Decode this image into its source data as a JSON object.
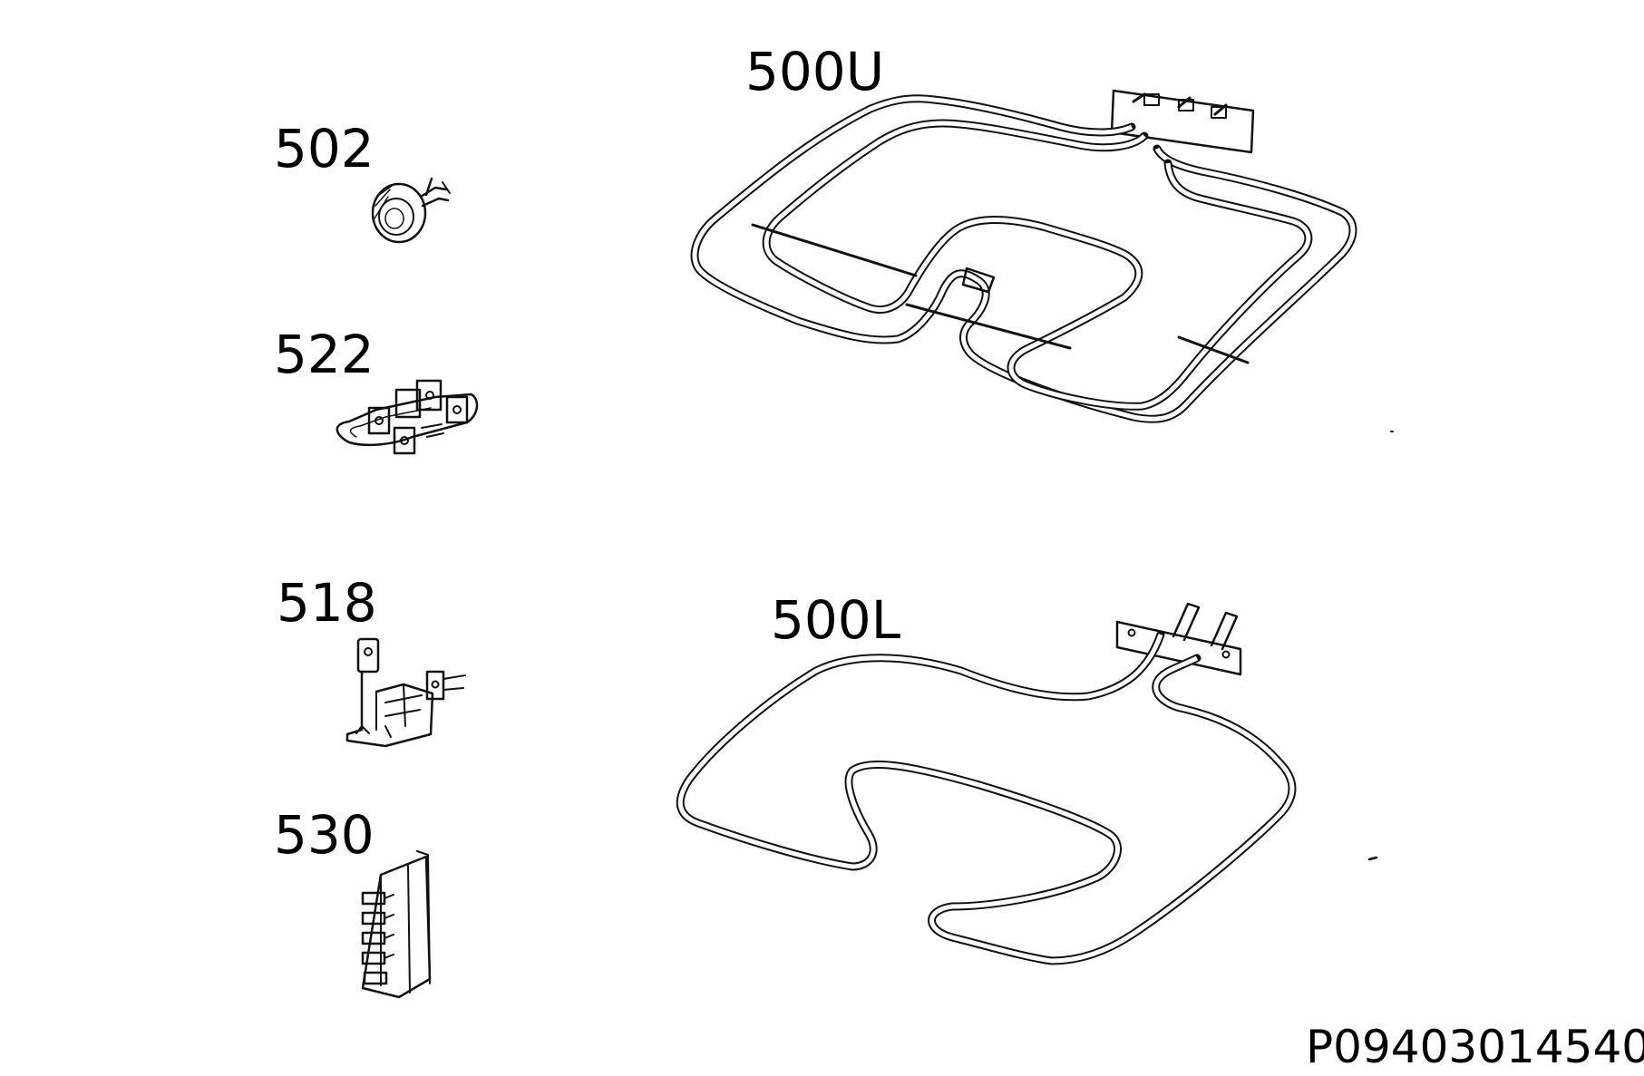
{
  "labels": {
    "p502": "502",
    "p522": "522",
    "p518": "518",
    "p530": "530",
    "p500u": "500U",
    "p500l": "500L"
  },
  "reference": "P09403014540"
}
